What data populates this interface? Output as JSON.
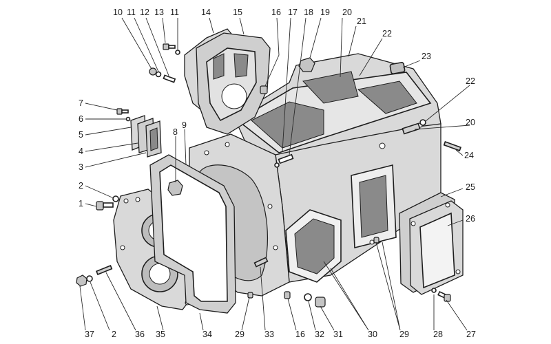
{
  "diagram": {
    "type": "exploded-view technical drawing",
    "subject": "gearbox / transmission housing with covers, gaskets and fasteners",
    "callouts": [
      {
        "id": "c1",
        "label": "1"
      },
      {
        "id": "c2",
        "label": "2"
      },
      {
        "id": "c3",
        "label": "3"
      },
      {
        "id": "c4",
        "label": "4"
      },
      {
        "id": "c5",
        "label": "5"
      },
      {
        "id": "c6",
        "label": "6"
      },
      {
        "id": "c7",
        "label": "7"
      },
      {
        "id": "c8",
        "label": "8"
      },
      {
        "id": "c9",
        "label": "9"
      },
      {
        "id": "c10",
        "label": "10"
      },
      {
        "id": "c11a",
        "label": "11"
      },
      {
        "id": "c12",
        "label": "12"
      },
      {
        "id": "c13",
        "label": "13"
      },
      {
        "id": "c11b",
        "label": "11"
      },
      {
        "id": "c14",
        "label": "14"
      },
      {
        "id": "c15",
        "label": "15"
      },
      {
        "id": "c16a",
        "label": "16"
      },
      {
        "id": "c17",
        "label": "17"
      },
      {
        "id": "c18",
        "label": "18"
      },
      {
        "id": "c19",
        "label": "19"
      },
      {
        "id": "c20a",
        "label": "20"
      },
      {
        "id": "c21",
        "label": "21"
      },
      {
        "id": "c22a",
        "label": "22"
      },
      {
        "id": "c23",
        "label": "23"
      },
      {
        "id": "c22b",
        "label": "22"
      },
      {
        "id": "c20b",
        "label": "20"
      },
      {
        "id": "c24",
        "label": "24"
      },
      {
        "id": "c25",
        "label": "25"
      },
      {
        "id": "c26",
        "label": "26"
      },
      {
        "id": "c27",
        "label": "27"
      },
      {
        "id": "c28",
        "label": "28"
      },
      {
        "id": "c29a",
        "label": "29"
      },
      {
        "id": "c30",
        "label": "30"
      },
      {
        "id": "c31",
        "label": "31"
      },
      {
        "id": "c32",
        "label": "32"
      },
      {
        "id": "c16b",
        "label": "16"
      },
      {
        "id": "c33",
        "label": "33"
      },
      {
        "id": "c29b",
        "label": "29"
      },
      {
        "id": "c34",
        "label": "34"
      },
      {
        "id": "c35",
        "label": "35"
      },
      {
        "id": "c36",
        "label": "36"
      },
      {
        "id": "c2b",
        "label": "2"
      },
      {
        "id": "c37",
        "label": "37"
      }
    ]
  }
}
